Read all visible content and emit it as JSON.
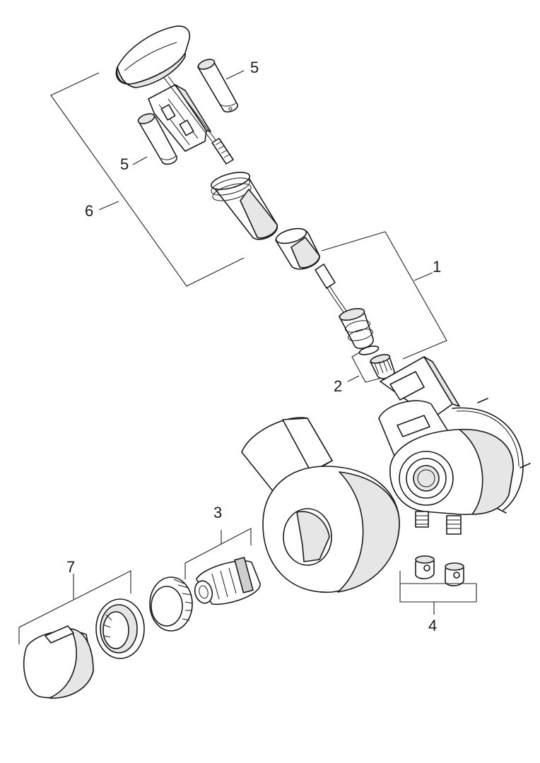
{
  "callouts": {
    "c1": "1",
    "c2": "2",
    "c3": "3",
    "c4": "4",
    "c5a": "5",
    "c5b": "5",
    "c6": "6",
    "c7": "7"
  },
  "colors": {
    "stroke": "#1a1a1a",
    "fill": "#ffffff",
    "shade": "#e6e6e6",
    "dark_shade": "#cfcfcf"
  }
}
